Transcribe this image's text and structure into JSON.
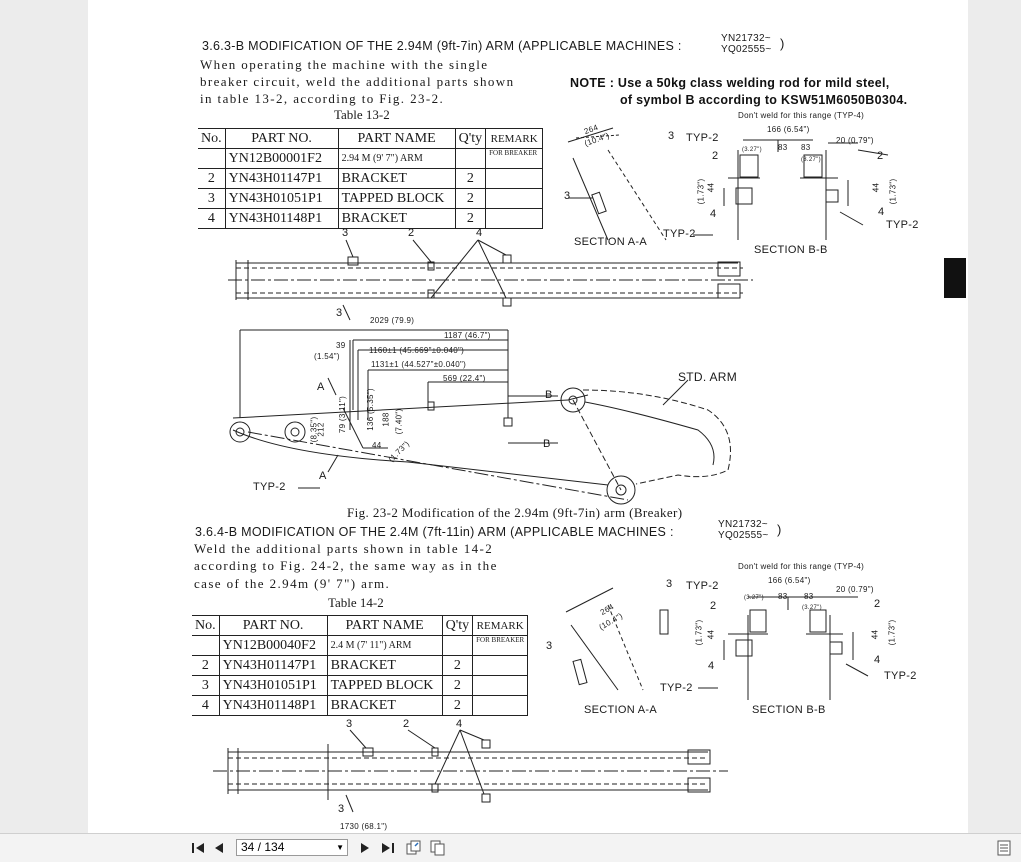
{
  "section1": {
    "heading": "3.6.3-B  MODIFICATION OF THE 2.94M (9ft-7in) ARM (APPLICABLE MACHINES :",
    "machines_top": "YN21732~",
    "machines_bottom": "YQ02555~",
    "paren": ")",
    "body": [
      "When  operating  the  machine  with  the  single",
      "breaker circuit,  weld  the  additional  parts  shown",
      "in table 13-2, according to Fig. 23-2."
    ],
    "table_title": "Table 13-2",
    "headers": [
      "No.",
      "PART NO.",
      "PART NAME",
      "Q'ty",
      "REMARK"
    ],
    "rows": [
      {
        "no": "",
        "part_no": "YN12B00001F2",
        "name": "2.94 M (9' 7\") ARM",
        "qty": "",
        "remark": "FOR BREAKER"
      },
      {
        "no": "2",
        "part_no": "YN43H01147P1",
        "name": "BRACKET",
        "qty": "2",
        "remark": ""
      },
      {
        "no": "3",
        "part_no": "YN43H01051P1",
        "name": "TAPPED BLOCK",
        "qty": "2",
        "remark": ""
      },
      {
        "no": "4",
        "part_no": "YN43H01148P1",
        "name": "BRACKET",
        "qty": "2",
        "remark": ""
      }
    ],
    "note_line1": "NOTE : Use a 50kg class welding rod for mild steel,",
    "note_line2": "of symbol B according to KSW51M6050B0304."
  },
  "fig1": {
    "dont_weld": "Don't weld for this range  (TYP-4)",
    "dim_166": "166 (6.54\")",
    "dim_20": "20  (0.79\")",
    "dim_83a": "83",
    "dim_83b": "83",
    "dim_327a": "(3.27\")",
    "dim_327b": "(3.27\")",
    "dim_264": "264",
    "dim_104": "(10.4\")",
    "dim_44a": "44",
    "dim_173a": "(1.73\")",
    "dim_44b": "44",
    "dim_173b": "(1.73\")",
    "typ2": "TYP-2",
    "section_aa": "SECTION A-A",
    "section_bb": "SECTION B-B",
    "n2": "2",
    "n3": "3",
    "n4": "4",
    "dim_2029": "2029 (79.9)",
    "dim_1187": "1187 (46.7\")",
    "dim_39": "39",
    "dim_154": "(1.54\")",
    "dim_1160": "1160±1 (45.669\"±0.040\")",
    "dim_1131": "1131±1 (44.527\"±0.040\")",
    "dim_569": "569 (22.4\")",
    "std_arm": "STD. ARM",
    "label_a": "A",
    "label_b": "B",
    "dim_212": "212",
    "dim_835": "(8.35\")",
    "dim_79": "79 (3.11\")",
    "dim_136": "136 (5.35\")",
    "dim_188": "188",
    "dim_740": "(7.40\")",
    "dim_44c": "44",
    "dim_173c": "(1.73\")",
    "caption": "Fig. 23-2   Modification of the 2.94m (9ft-7in) arm (Breaker)"
  },
  "section2": {
    "heading": "3.6.4-B  MODIFICATION OF THE 2.4M (7ft-11in) ARM (APPLICABLE MACHINES :",
    "machines_top": "YN21732~",
    "machines_bottom": "YQ02555~",
    "paren": ")",
    "body": [
      "Weld  the  additional  parts  shown  in  table  14-2",
      "according  to  Fig.  24-2,  the  same  way  as  in  the",
      "case of the 2.94m (9' 7\") arm."
    ],
    "table_title": "Table 14-2",
    "headers": [
      "No.",
      "PART NO.",
      "PART NAME",
      "Q'ty",
      "REMARK"
    ],
    "rows": [
      {
        "no": "",
        "part_no": "YN12B00040F2",
        "name": "2.4 M (7' 11\") ARM",
        "qty": "",
        "remark": "FOR BREAKER"
      },
      {
        "no": "2",
        "part_no": "YN43H01147P1",
        "name": "BRACKET",
        "qty": "2",
        "remark": ""
      },
      {
        "no": "3",
        "part_no": "YN43H01051P1",
        "name": "TAPPED BLOCK",
        "qty": "2",
        "remark": ""
      },
      {
        "no": "4",
        "part_no": "YN43H01148P1",
        "name": "BRACKET",
        "qty": "2",
        "remark": ""
      }
    ]
  },
  "fig2": {
    "dont_weld": "Don't weld for this range (TYP-4)",
    "dim_166": "166 (6.54\")",
    "dim_20": "20  (0.79\")",
    "dim_83a": "83",
    "dim_83b": "83",
    "dim_327a": "(3.27\")",
    "dim_327b": "(3.27\")",
    "dim_264": "264",
    "dim_104": "(10.4\")",
    "dim_44a": "44",
    "dim_173a": "(1.73\")",
    "dim_44b": "44",
    "dim_173b": "(1.73\")",
    "typ2": "TYP-2",
    "section_aa": "SECTION A-A",
    "section_bb": "SECTION B-B",
    "n2": "2",
    "n3": "3",
    "n4": "4",
    "dim_1730": "1730 (68.1\")"
  },
  "toolbar": {
    "page_display": "34 / 134"
  }
}
